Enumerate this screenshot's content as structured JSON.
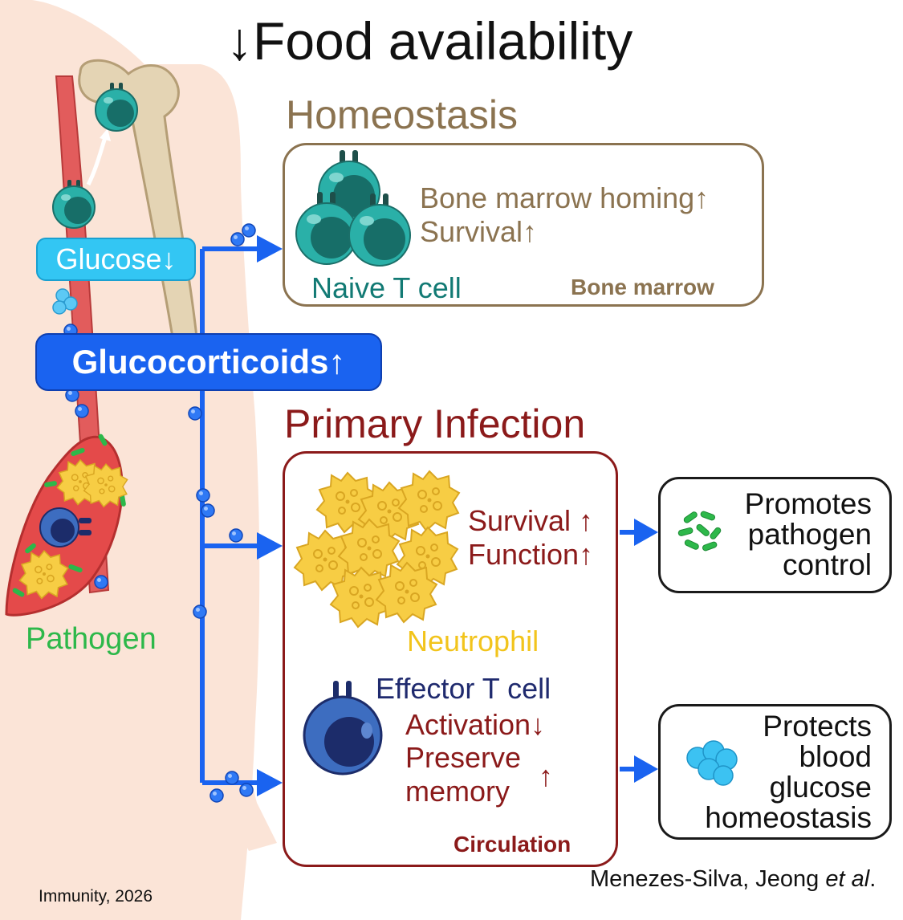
{
  "title": "↓Food availability",
  "signals": {
    "glucose": "Glucose↓",
    "glucocorticoids": "Glucocorticoids↑",
    "pathogen": "Pathogen"
  },
  "homeostasis": {
    "heading": "Homeostasis",
    "effects": [
      "Bone marrow homing↑",
      "Survival↑"
    ],
    "cell_label": "Naive T cell",
    "location": "Bone marrow"
  },
  "infection": {
    "heading": "Primary Infection",
    "neutrophil_effects": [
      "Survival ↑",
      "Function↑"
    ],
    "neutrophil_label": "Neutrophil",
    "effector_label": "Effector T cell",
    "effector_effects": [
      "Activation↓",
      "Preserve",
      "memory"
    ],
    "memory_arrow": "↑",
    "location": "Circulation"
  },
  "outcomes": {
    "pathogen_control": [
      "Promotes",
      "pathogen",
      "control"
    ],
    "glucose_homeostasis": [
      "Protects",
      "blood",
      "glucose",
      "homeostasis"
    ]
  },
  "credit": {
    "authors": "Menezes-Silva, Jeong ",
    "etal": "et al",
    "period": ".",
    "journal": "Immunity, 2026"
  },
  "colors": {
    "blue_signal": "#1a63f0",
    "homeostasis_brown": "#8b7350",
    "infection_red": "#8b1a1a",
    "naive_teal": "#127a74",
    "neutrophil_yellow": "#f2c41c",
    "effector_navy": "#1f2a6e",
    "pathogen_green": "#2db84a",
    "glucose_cyan": "#3cc2f2"
  }
}
